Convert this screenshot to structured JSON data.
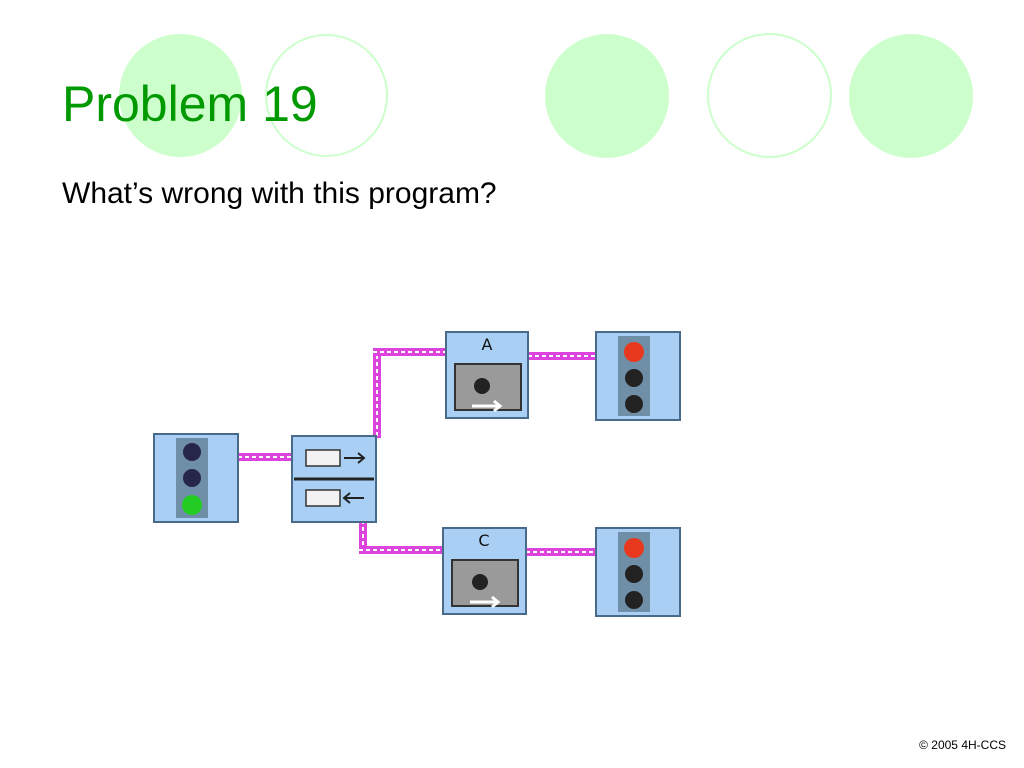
{
  "slide": {
    "title": "Problem 19",
    "body": "What’s wrong with this program?",
    "copyright": "© 2005 4H-CCS"
  },
  "program": {
    "blocks": [
      {
        "name": "green-light-block",
        "kind": "traffic-light",
        "state": "green"
      },
      {
        "name": "fork-block",
        "kind": "branch"
      },
      {
        "name": "motor-a-block",
        "kind": "motor",
        "label": "A"
      },
      {
        "name": "motor-c-block",
        "kind": "motor",
        "label": "C"
      },
      {
        "name": "red-light-block-top",
        "kind": "traffic-light",
        "state": "red"
      },
      {
        "name": "red-light-block-bottom",
        "kind": "traffic-light",
        "state": "red"
      }
    ],
    "colors": {
      "block_bg": "#a9cff5",
      "wire": "#dd44dd",
      "red_light": "#e8391e",
      "green_light": "#22cc22",
      "off_light": "#222222"
    }
  }
}
